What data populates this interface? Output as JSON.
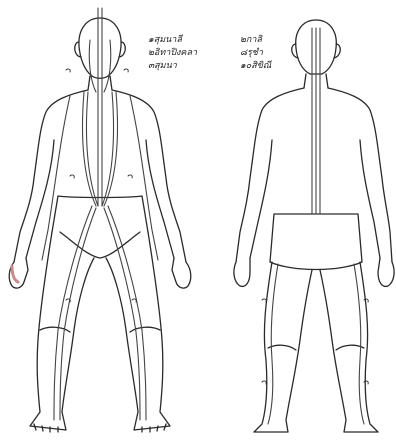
{
  "legend": {
    "left": [
      "๑สุมนาลี",
      "๒อิทาปิงคลา",
      "๓สุมนา"
    ],
    "right": [
      "๒กาลิ",
      "๘รุชำ",
      "๑๐สิขิณี"
    ]
  },
  "colors": {
    "ink": "#2a2a2a",
    "line": "#444444",
    "skin_tint": "#c98b8b"
  }
}
